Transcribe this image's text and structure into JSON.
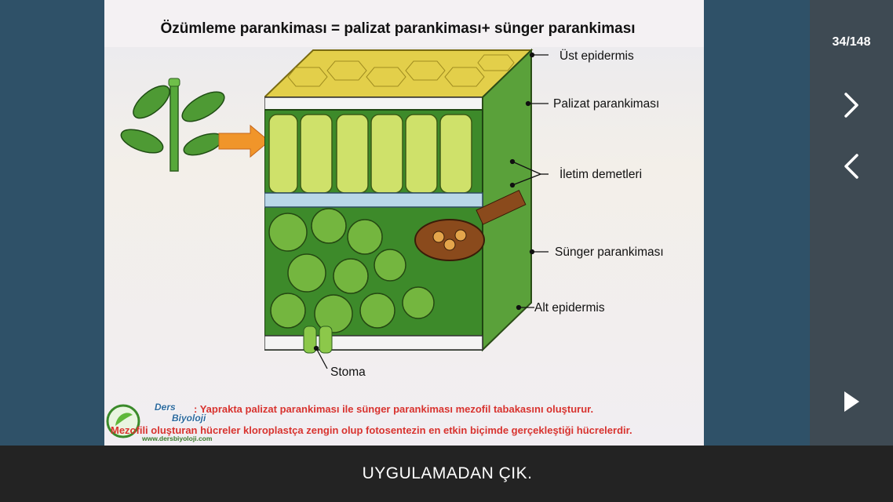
{
  "slide": {
    "title": "Özümleme parankiması = palizat parankiması+ sünger parankiması",
    "labels": {
      "ust_epidermis": "Üst epidermis",
      "palizat": "Palizat parankiması",
      "iletim": "İletim demetleri",
      "sunger": "Sünger parankiması",
      "alt_epidermis": "Alt epidermis",
      "stoma": "Stoma"
    },
    "caption_line1": ": Yaprakta palizat parankiması ile sünger parankiması mezofil tabakasını oluşturur.",
    "caption_line2": "Mezofili oluşturan hücreler kloroplastça zengin olup fotosentezin en etkin biçimde gerçekleştiği hücrelerdir.",
    "logo": {
      "word1": "Ders",
      "word2": "Biyoloji",
      "url": "www.dersbiyoloji.com"
    }
  },
  "sidebar": {
    "page_counter": "34/148",
    "next_icon": "chevron-right-icon",
    "prev_icon": "chevron-left-icon",
    "play_icon": "play-icon"
  },
  "bottom_bar": {
    "exit_label": "UYGULAMADAN ÇIK."
  },
  "colors": {
    "background": "#2f5168",
    "sidebar": "#3e4a53",
    "bottom_bar": "#232323",
    "caption_red": "#d8332f"
  }
}
